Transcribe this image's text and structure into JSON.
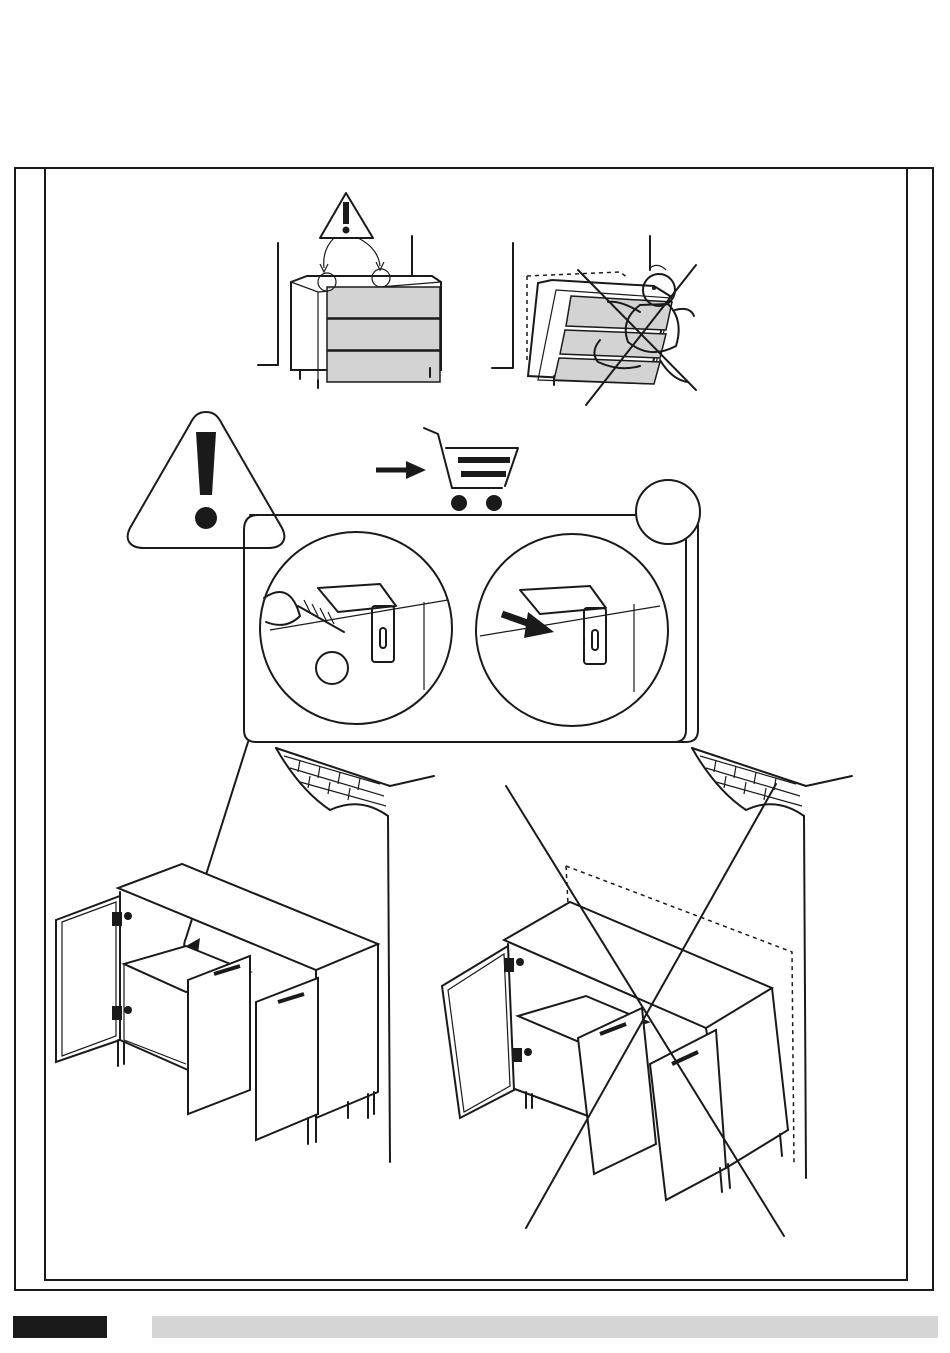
{
  "page": {
    "title": "",
    "text_content": []
  },
  "colors": {
    "ink": "#1a1a1a",
    "drawer_fill": "#d3d3d3",
    "footer_bar": "#d6d6d6",
    "background": "#ffffff"
  },
  "icons": {
    "warning_small": "warning-triangle-icon",
    "warning_large": "warning-triangle-icon",
    "cart": "shopping-cart-icon",
    "arrow": "arrow-right-icon",
    "cross": "prohibited-cross"
  },
  "illustrations": [
    "dresser-anchored-to-wall",
    "dresser-tipping-with-child-prohibited",
    "drill-wall-bracket-detail",
    "bracket-fastening-detail",
    "sideboard-anchored-correct",
    "sideboard-unanchored-prohibited"
  ]
}
